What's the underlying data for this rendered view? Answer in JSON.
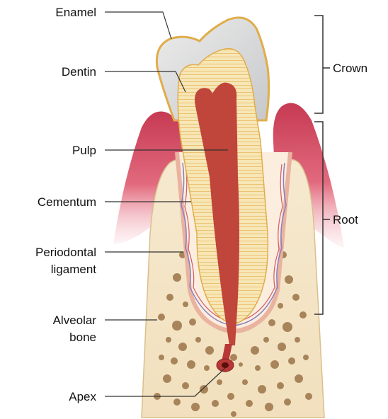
{
  "diagram": {
    "labels": {
      "enamel": "Enamel",
      "dentin": "Dentin",
      "pulp": "Pulp",
      "cementum": "Cementum",
      "periodontal_line1": "Periodontal",
      "periodontal_line2": "ligament",
      "alveolar_line1": "Alveolar",
      "alveolar_line2": "bone",
      "apex": "Apex",
      "crown": "Crown",
      "root": "Root"
    },
    "colors": {
      "enamel": "#d8d9da",
      "dentin": "#f6e3b0",
      "dentin_stripes": "#e2a93c",
      "pulp": "#c0453a",
      "gum": "#d9556a",
      "gum_light": "#f0a8b0",
      "bone": "#f4e6c9",
      "bone_spots": "#a8845a",
      "ligament_vessel_blue": "#8a7fc0",
      "ligament_vessel_red": "#d35a6a",
      "leader_lines": "#333333"
    }
  }
}
